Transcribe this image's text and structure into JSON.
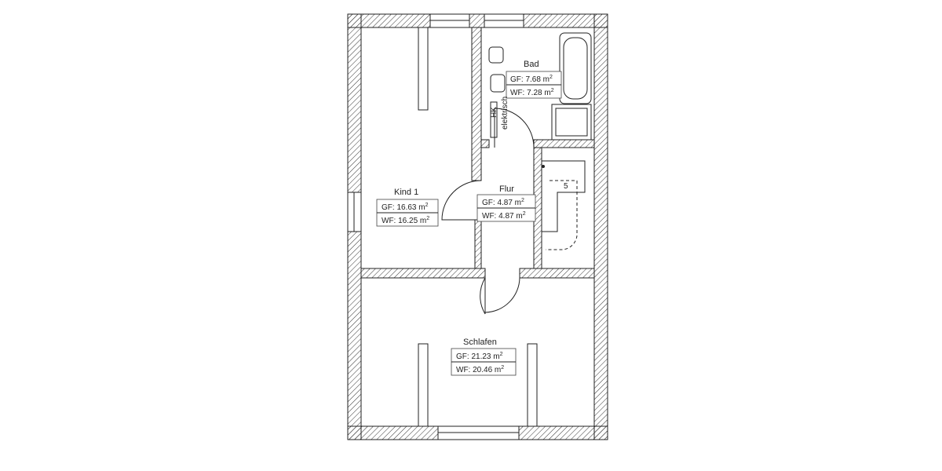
{
  "rooms": {
    "bad": {
      "name": "Bad",
      "gf": "GF: 7.68 m",
      "wf": "WF: 7.28 m",
      "sup": "2"
    },
    "kind1": {
      "name": "Kind 1",
      "gf": "GF: 16.63 m",
      "wf": "WF: 16.25 m",
      "sup": "2"
    },
    "flur": {
      "name": "Flur",
      "gf": "GF: 4.87 m",
      "wf": "WF: 4.87 m",
      "sup": "2"
    },
    "schlafen": {
      "name": "Schlafen",
      "gf": "GF: 21.23 m",
      "wf": "WF: 20.46 m",
      "sup": "2"
    }
  },
  "annotations": {
    "hk_label": "HK",
    "hk_sub": "elektrisch",
    "stair_up": "5"
  }
}
